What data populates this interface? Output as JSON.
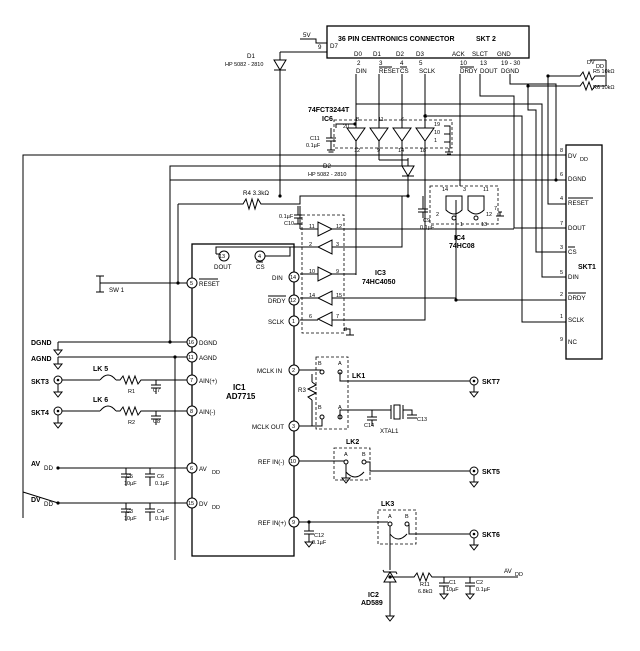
{
  "connector": {
    "title": "36 PIN CENTRONICS CONNECTOR",
    "ref": "SKT 2",
    "pins": [
      {
        "num": "9",
        "label": "D7"
      },
      {
        "num": "2",
        "label": "D0"
      },
      {
        "num": "3",
        "label": "D1"
      },
      {
        "num": "4",
        "label": "D2"
      },
      {
        "num": "5",
        "label": "D3"
      },
      {
        "num": "10",
        "label": "ACK"
      },
      {
        "num": "13",
        "label": "SLCT"
      },
      {
        "num": "19 - 30",
        "label": "GND"
      }
    ],
    "signals": [
      "DIN",
      "RESET",
      "CS",
      "SCLK",
      "DRDY",
      "DOUT",
      "DGND"
    ],
    "supply": "5V"
  },
  "d1": {
    "ref": "D1",
    "part": "HP 5082 - 2810"
  },
  "d2": {
    "ref": "D2",
    "part": "HP 5082 - 2810"
  },
  "ic6": {
    "part": "74FCT3244T",
    "ref": "IC6",
    "pins_top": [
      "20",
      "8",
      "11",
      "6",
      "4"
    ],
    "pins_bottom": [
      "12",
      "9",
      "14",
      "18"
    ],
    "pins_right": [
      "19",
      "10",
      "1"
    ]
  },
  "ic4": {
    "ref": "IC4",
    "part": "74HC08",
    "pins": [
      "14",
      "3",
      "11",
      "2",
      "1",
      "13",
      "12",
      "7"
    ]
  },
  "ic3": {
    "ref": "IC3",
    "part": "74HC4050",
    "pins": [
      "11",
      "12",
      "2",
      "3",
      "10",
      "9",
      "14",
      "15",
      "6",
      "7",
      "8"
    ]
  },
  "ic1": {
    "ref": "IC1",
    "part": "AD7715",
    "pins": [
      {
        "num": "13",
        "label": "DOUT"
      },
      {
        "num": "4",
        "label": "CS"
      },
      {
        "num": "14",
        "label": "DIN"
      },
      {
        "num": "12",
        "label": "DRDY"
      },
      {
        "num": "1",
        "label": "SCLK"
      },
      {
        "num": "5",
        "label": "RESET"
      },
      {
        "num": "16",
        "label": "DGND"
      },
      {
        "num": "11",
        "label": "AGND"
      },
      {
        "num": "7",
        "label": "AIN(+)"
      },
      {
        "num": "8",
        "label": "AIN(-)"
      },
      {
        "num": "2",
        "label": "MCLK IN"
      },
      {
        "num": "3",
        "label": "MCLK OUT"
      },
      {
        "num": "10",
        "label": "REF IN(-)"
      },
      {
        "num": "9",
        "label": "REF IN(+)"
      },
      {
        "num": "6",
        "label": "AV"
      },
      {
        "num": "15",
        "label": "DV"
      }
    ]
  },
  "ic2": {
    "ref": "IC2",
    "part": "AD589"
  },
  "skt1": {
    "ref": "SKT1",
    "pins": [
      {
        "num": "8",
        "label": "DV",
        "sub": "DD"
      },
      {
        "num": "6",
        "label": "DGND"
      },
      {
        "num": "4",
        "label": "RESET"
      },
      {
        "num": "7",
        "label": "DOUT"
      },
      {
        "num": "3",
        "label": "CS"
      },
      {
        "num": "5",
        "label": "DIN"
      },
      {
        "num": "2",
        "label": "DRDY"
      },
      {
        "num": "1",
        "label": "SCLK"
      },
      {
        "num": "9",
        "label": "NC"
      }
    ]
  },
  "rails": {
    "dgnd": "DGND",
    "agnd": "AGND",
    "av": "AV",
    "dv": "DV",
    "dd": "DD",
    "av_label": "AV",
    "dv_label": "DV"
  },
  "sockets": {
    "skt3": "SKT3",
    "skt4": "SKT4",
    "skt5": "SKT5",
    "skt6": "SKT6",
    "skt7": "SKT7"
  },
  "links": {
    "lk5": "LK 5",
    "lk6": "LK 6",
    "lk1": "LK1",
    "lk2": "LK2",
    "lk3": "LK3",
    "a": "A",
    "b": "B"
  },
  "switch": "SW 1",
  "components": {
    "r1": "R1",
    "r2": "R2",
    "r3": "R3",
    "r4": "R4 3.3kΩ",
    "r5": "R5 10kΩ",
    "r6": "R6 10kΩ",
    "r11": "R11",
    "r11v": "6.8kΩ",
    "c1": "C1",
    "c1v": "10µF",
    "c2": "C2",
    "c2v": "0.1µF",
    "c3": "C3",
    "c3v": "10µF",
    "c4": "C4",
    "c4v": "0.1µF",
    "c5": "C5",
    "c5v": "10µF",
    "c6": "C6",
    "c6v": "0.1µF",
    "c7": "C7",
    "c8": "C8",
    "c9": "C9",
    "c9v": "0.1µF",
    "c10": "C10",
    "c10v": "0.1µF",
    "c11": "C11",
    "c11v": "0.1µF",
    "c12": "C12",
    "c12v": "0.1µF",
    "c13": "C13",
    "c14": "C14",
    "xtal": "XTAL1",
    "ic5_c": "C5"
  }
}
